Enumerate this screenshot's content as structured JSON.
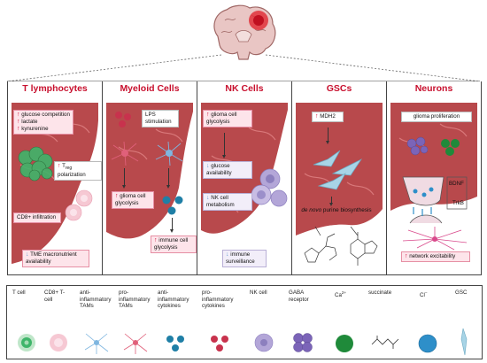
{
  "panels": [
    {
      "title": "T lymphocytes",
      "items": {
        "glucose": "glucose competition",
        "lactate": "lactate",
        "kynurenine": "kynurenine",
        "treg_main": "T",
        "treg_sub": "reg",
        "polarization": "polarization",
        "cd8": "CD8+ infiltration",
        "tme": "TME macronutrient availability"
      }
    },
    {
      "title": "Myeloid Cells",
      "items": {
        "lps": "LPS stimulation",
        "glycolysis": "glioma cell glycolysis",
        "immune": "immune cell glycolysis"
      }
    },
    {
      "title": "NK Cells",
      "items": {
        "glycolysis": "glioma cell glycolysis",
        "glucose": "glucose availability",
        "metabolism": "NK cell metabolism",
        "surveillance": "immune surveillance"
      }
    },
    {
      "title": "GSCs",
      "items": {
        "mdh2": "MDH2",
        "purine_italic": "de novo",
        "purine": "purine biosynthesis"
      }
    },
    {
      "title": "Neurons",
      "items": {
        "proliferation": "glioma proliferation",
        "bdnf": "BDNF",
        "trkb": "TrkB",
        "excitability": "network excitability"
      }
    }
  ],
  "legend": [
    {
      "label": "T cell",
      "icon": "t-cell-icon",
      "color": "#3fb56a"
    },
    {
      "label": "CD8+ T-cell",
      "icon": "cd8-t-cell-icon",
      "color": "#f4b6c6"
    },
    {
      "label": "anti-inflammatory TAMs",
      "icon": "anti-inflammatory-tam-icon",
      "color": "#7fb6e0"
    },
    {
      "label": "pro-inflammatory TAMs",
      "icon": "pro-inflammatory-tam-icon",
      "color": "#e0607a"
    },
    {
      "label": "anti-inflammatory cytokines",
      "icon": "anti-inflammatory-cytokines-icon",
      "color": "#1f7fa6"
    },
    {
      "label": "pro-inflammatory cytokines",
      "icon": "pro-inflammatory-cytokines-icon",
      "color": "#c8324d"
    },
    {
      "label": "NK cell",
      "icon": "nk-cell-icon",
      "color": "#b3a6d8"
    },
    {
      "label": "GABA receptor",
      "icon": "gaba-receptor-icon",
      "color": "#7b64b8"
    },
    {
      "label": "Ca2+",
      "label_main": "Ca",
      "label_sup": "2+",
      "icon": "calcium-icon",
      "color": "#1f8a3a"
    },
    {
      "label": "succinate",
      "icon": "succinate-icon",
      "color": "#333333"
    },
    {
      "label": "Cl-",
      "label_main": "Cl",
      "label_sup": "−",
      "icon": "chloride-icon",
      "color": "#2e8fc9"
    },
    {
      "label": "GSC",
      "icon": "gsc-icon",
      "color": "#a8d4e6"
    }
  ],
  "colors": {
    "title_red": "#c8102e",
    "tissue": "#b8494c",
    "box_pink": "#fde4ea",
    "up_arrow": "#d0103a",
    "down_arrow": "#6d9fd2"
  }
}
